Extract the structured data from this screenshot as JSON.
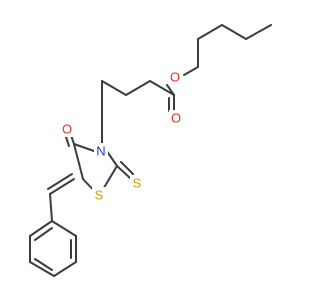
{
  "structure": {
    "atoms": [
      {
        "symbol": "O",
        "color": "#e6331a"
      },
      {
        "symbol": "O",
        "color": "#e6331a"
      },
      {
        "symbol": "O",
        "color": "#e6331a"
      },
      {
        "symbol": "N",
        "color": "#1f3fe0"
      },
      {
        "symbol": "S",
        "color": "#c8a300"
      },
      {
        "symbol": "S",
        "color": "#c8a300"
      }
    ],
    "bond_color": "#3c3c3c"
  }
}
